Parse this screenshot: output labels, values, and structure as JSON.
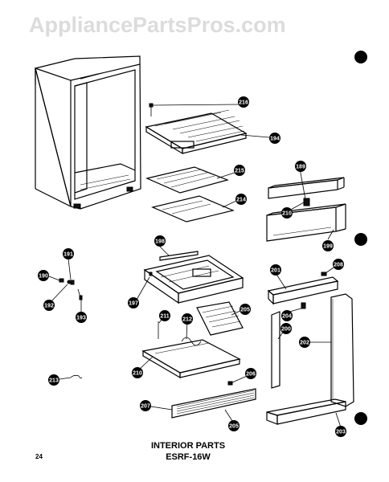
{
  "watermark": "AppliancePartsPros.com",
  "caption": {
    "line1": "INTERIOR PARTS",
    "line2": "ESRF-16W"
  },
  "page_number": "24",
  "callouts": {
    "c216": "216",
    "c194": "194",
    "c215": "215",
    "c214": "214",
    "c189": "189",
    "c210": "210",
    "c199": "199",
    "c198": "198",
    "c191": "191",
    "c190": "190",
    "c192": "192",
    "c193": "193",
    "c197": "197",
    "c201": "201",
    "c208": "208",
    "c204": "204",
    "c200": "200",
    "c202": "202",
    "c205": "205",
    "c211": "211",
    "c212": "212",
    "c210b": "210",
    "c213": "213",
    "c206": "206",
    "c207": "207",
    "c205b": "205",
    "c203": "203"
  }
}
